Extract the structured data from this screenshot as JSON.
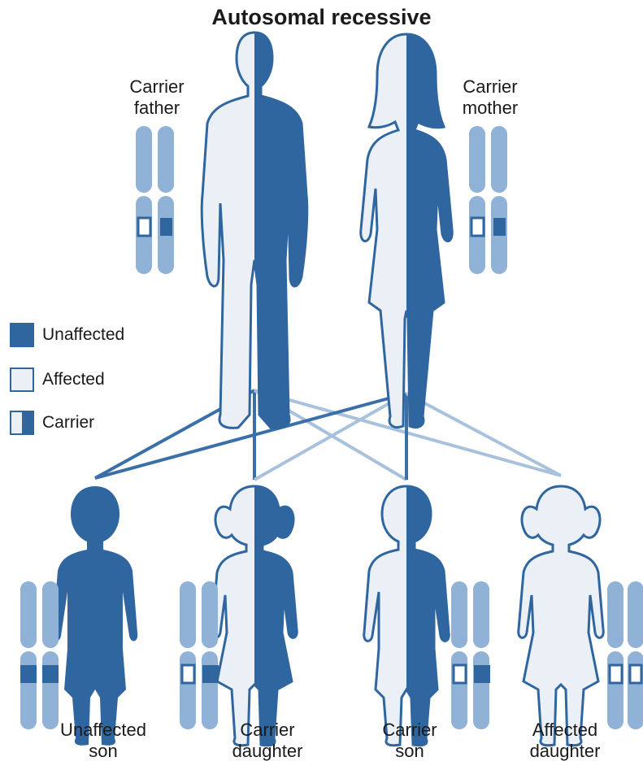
{
  "title": "Autosomal recessive",
  "parents": {
    "father_label_1": "Carrier",
    "father_label_2": "father",
    "mother_label_1": "Carrier",
    "mother_label_2": "mother"
  },
  "legend": {
    "unaffected": "Unaffected",
    "affected": "Affected",
    "carrier": "Carrier"
  },
  "children": [
    {
      "line1": "Unaffected",
      "line2": "son"
    },
    {
      "line1": "Carrier",
      "line2": "daughter"
    },
    {
      "line1": "Carrier",
      "line2": "son"
    },
    {
      "line1": "Affected",
      "line2": "daughter"
    }
  ],
  "colors": {
    "dark_blue": "#2f66a0",
    "light_fill": "#eaf0f6",
    "chromosome": "#8fb2d6",
    "line_dark": "#3a6fa8",
    "line_light": "#a8c2de"
  }
}
